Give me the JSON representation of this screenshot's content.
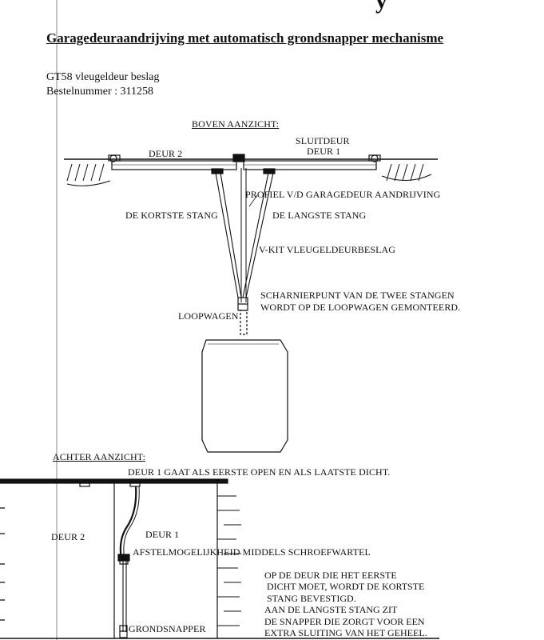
{
  "header": {
    "partial_heading": "y",
    "title": "Garagedeuraandrijving met automatisch grondsnapper mechanisme",
    "product_line": "GT58 vleugeldeur beslag",
    "order_number": "Bestelnummer : 311258"
  },
  "top_view": {
    "heading": "BOVEN AANZICHT:",
    "door_2": "DEUR 2",
    "closing_door": "SLUITDEUR",
    "door_1": "DEUR 1",
    "profile": "PROFIEL V/D GARAGEDEUR AANDRIJVING",
    "shortest_rod": "DE KORTSTE STANG",
    "longest_rod": "DE  LANGSTE STANG",
    "vkit": "V-KIT VLEUGELDEURBESLAG",
    "pivot_line1": "SCHARNIERPUNT VAN DE TWEE STANGEN",
    "pivot_line2": "WORDT OP DE LOOPWAGEN GEMONTEERD.",
    "trolley": "LOOPWAGEN"
  },
  "rear_view": {
    "heading": "ACHTER AANZICHT:",
    "sequence": "DEUR 1 GAAT ALS EERSTE OPEN EN ALS LAATSTE DICHT.",
    "door_2": "DEUR 2",
    "door_1": "DEUR 1",
    "adjust": "AFSTELMOGELIJKHEID  MIDDELS SCHROEFWARTEL",
    "floor_latch": "GRONDSNAPPER",
    "note": "OP DE DEUR DIE HET EERSTE\n DICHT MOET, WORDT DE KORTSTE\n STANG BEVESTIGD.\nAAN DE LANGSTE STANG ZIT\nDE SNAPPER DIE ZORGT VOOR EEN\nEXTRA SLUITING VAN HET GEHEEL."
  }
}
